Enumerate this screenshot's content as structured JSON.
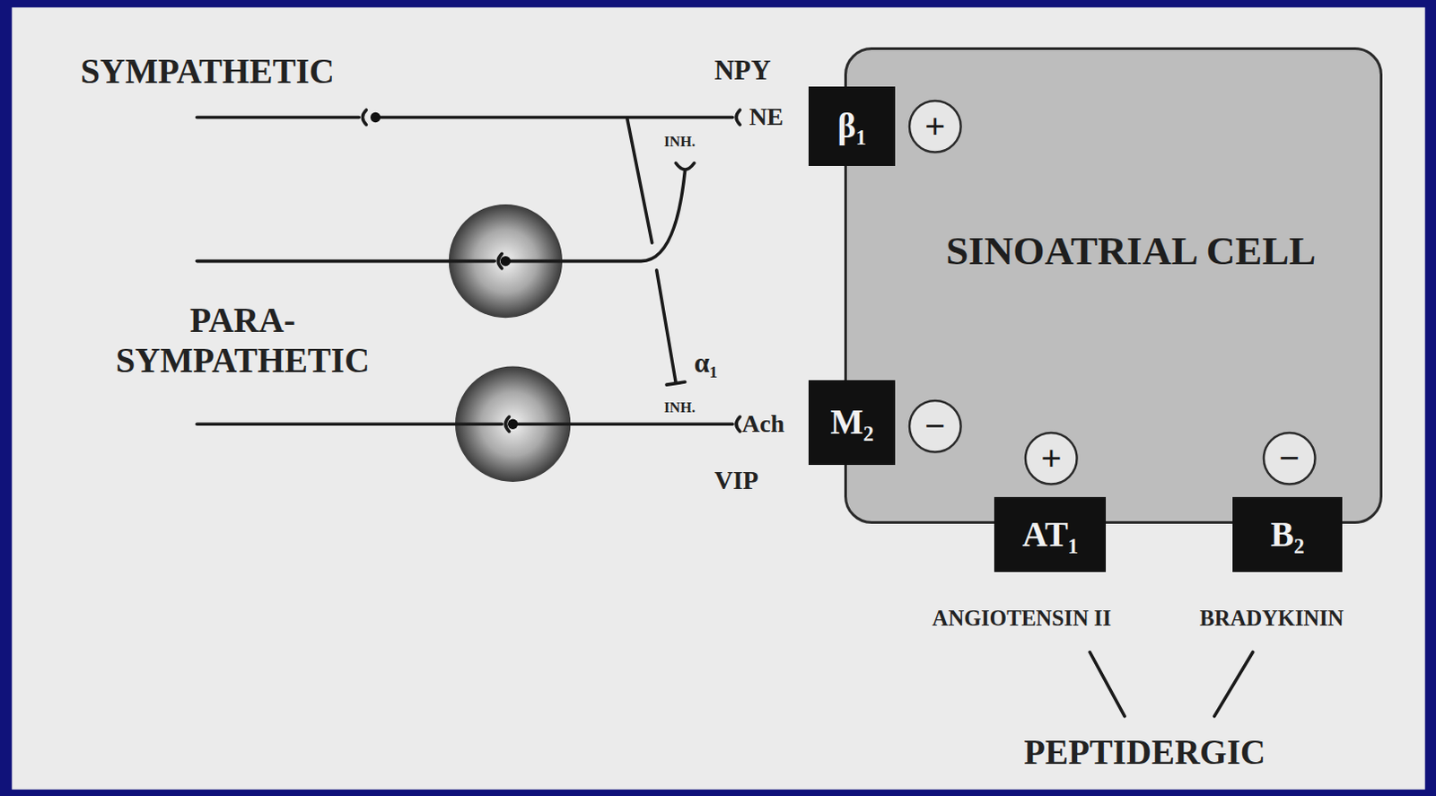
{
  "diagram": {
    "nodes": [
      {
        "text": [
          "SINOATRIAL CELL"
        ]
      },
      {
        "text": [
          "β₁"
        ],
        "in": 0
      },
      {
        "text": [
          "+"
        ],
        "in": 0
      },
      {
        "text": [
          "M₂"
        ],
        "in": 0
      },
      {
        "text": [
          "−"
        ],
        "in": 0
      },
      {
        "text": [
          "+"
        ],
        "in": 0
      },
      {
        "text": [
          "−"
        ],
        "in": 0
      },
      {
        "text": [
          "AT₁"
        ],
        "in": 0
      },
      {
        "text": [
          "B₂"
        ],
        "in": 0
      }
    ],
    "labels": [
      "SYMPATHETIC",
      "NPY",
      "NE",
      "INH.",
      "PARA- SYMPATHETIC",
      "α₁",
      "INH.",
      "Ach",
      "VIP",
      "ANGIOTENSIN II",
      "BRADYKININ",
      "PEPTIDERGIC"
    ]
  }
}
